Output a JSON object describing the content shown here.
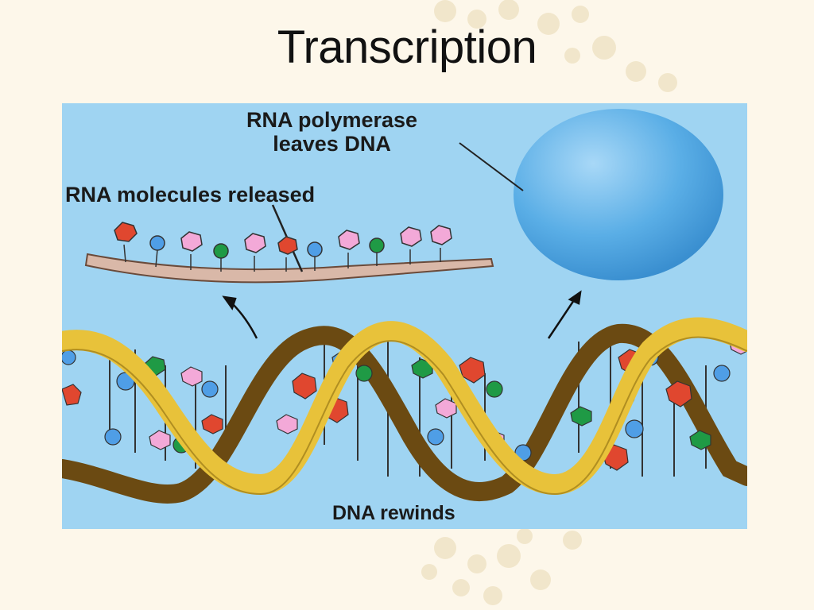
{
  "slide": {
    "title": "Transcription"
  },
  "figure": {
    "labels": {
      "polymerase_line1": "RNA polymerase",
      "polymerase_line2": "leaves DNA",
      "molecules": "RNA molecules released",
      "rewinds": "DNA rewinds"
    },
    "colors": {
      "background": "#9fd4f2",
      "slide_background": "#fdf7ea",
      "backbone_gold": "#e8c23a",
      "backbone_dark": "#6b4a12",
      "polymerase": "#5aaee6",
      "rna_strand": "#d9b8a8",
      "base_red": "#e0472f",
      "base_pink": "#f3a9d8",
      "base_blue": "#4f9ee6",
      "base_green": "#1f9a45"
    }
  }
}
